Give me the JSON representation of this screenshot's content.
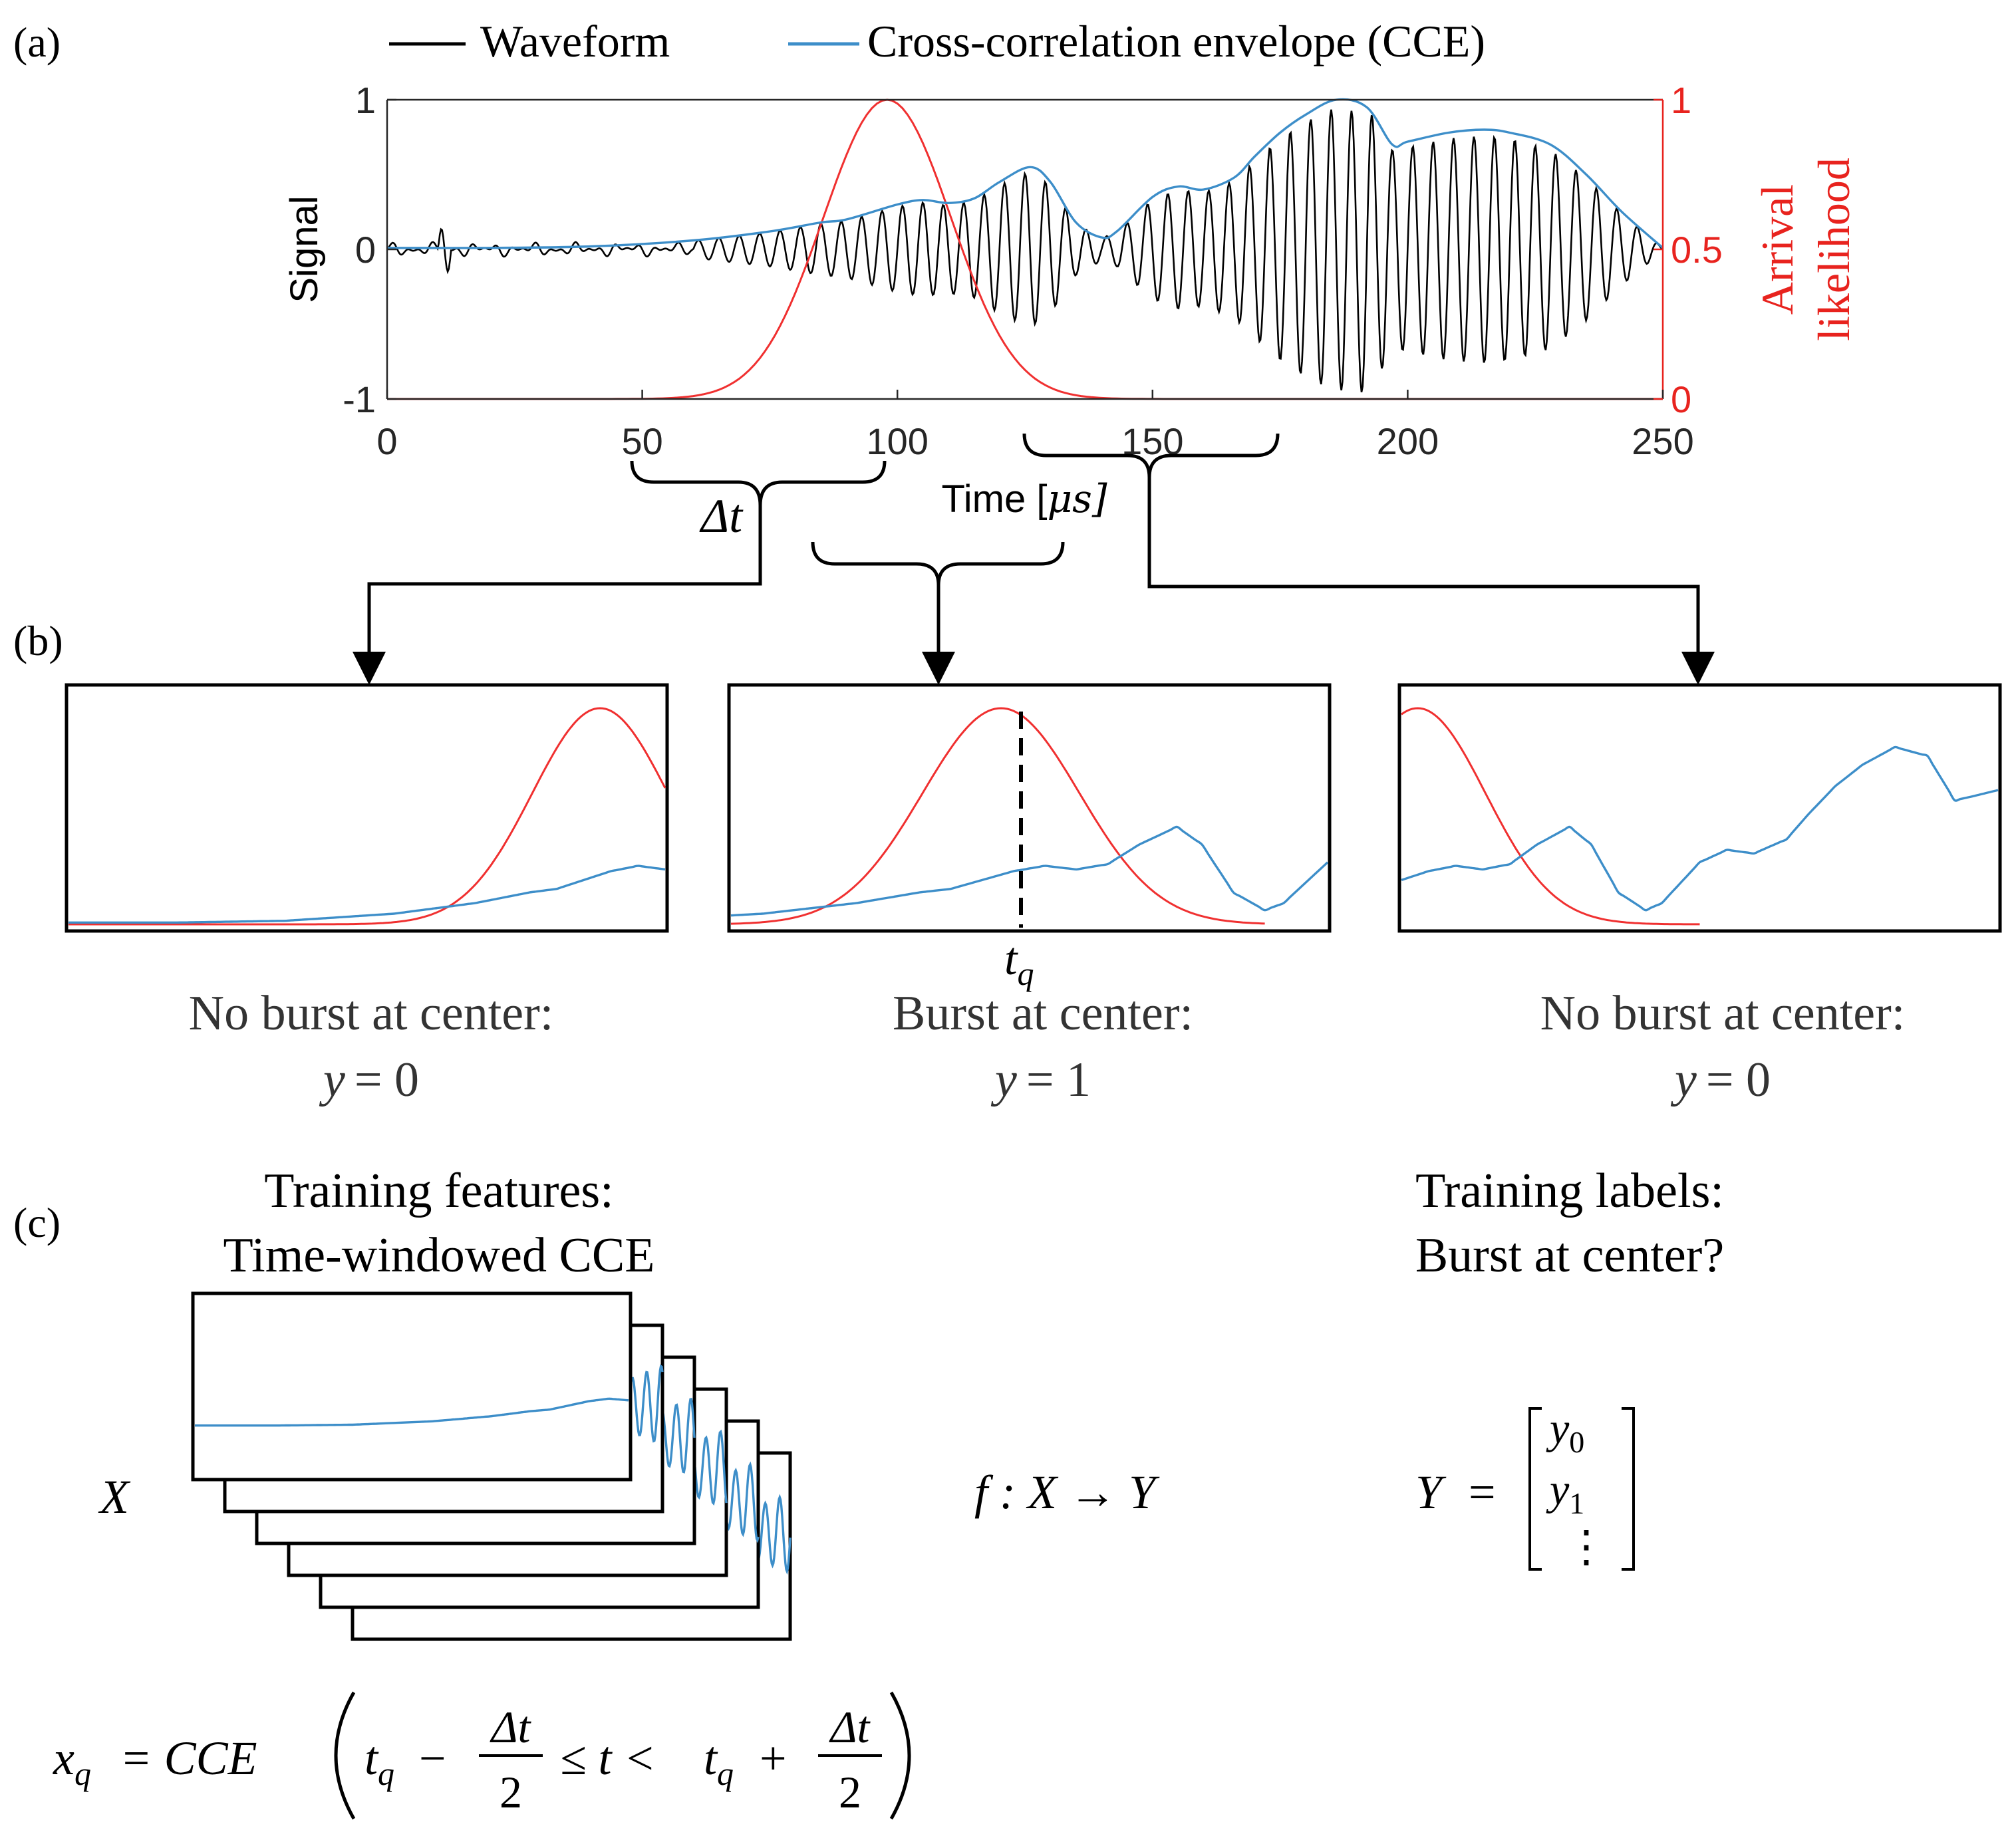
{
  "panel_labels": {
    "a": "(a)",
    "b": "(b)",
    "c": "(c)"
  },
  "legend": {
    "waveform": "Waveform",
    "cce": "Cross-correlation envelope (CCE)"
  },
  "colors": {
    "waveform": "#000000",
    "cce": "#3d8ec9",
    "likelihood": "#f03030",
    "right_axis": "#e8231e"
  },
  "chart_data": {
    "type": "line",
    "xlabel": "Time [",
    "xlabel_unit": "μs]",
    "ylabel": "Signal",
    "ylabel_right_line1": "Arrival",
    "ylabel_right_line2": "likelihood",
    "xlim": [
      0,
      250
    ],
    "ylim_left": [
      -1,
      1
    ],
    "ylim_right": [
      0,
      1
    ],
    "x_ticks": [
      "0",
      "50",
      "100",
      "150",
      "200",
      "250"
    ],
    "y_ticks_left": [
      "1",
      "0",
      "-1"
    ],
    "y_ticks_right": [
      "1",
      "0.5",
      "0"
    ],
    "series": [
      {
        "name": "Waveform",
        "axis": "left"
      },
      {
        "name": "Cross-correlation envelope (CCE)",
        "axis": "left",
        "x": [
          0,
          20,
          40,
          60,
          75,
          85,
          90,
          100,
          105,
          110,
          115,
          120,
          126,
          130,
          135,
          140,
          143,
          150,
          155,
          160,
          166,
          170,
          175,
          180,
          186,
          192,
          197,
          200,
          208,
          215,
          220,
          228,
          235,
          242,
          250
        ],
        "y": [
          0.01,
          0.01,
          0.02,
          0.06,
          0.12,
          0.18,
          0.2,
          0.3,
          0.33,
          0.31,
          0.34,
          0.45,
          0.55,
          0.45,
          0.18,
          0.08,
          0.12,
          0.35,
          0.42,
          0.4,
          0.48,
          0.62,
          0.78,
          0.9,
          1.0,
          0.95,
          0.7,
          0.72,
          0.78,
          0.8,
          0.78,
          0.7,
          0.5,
          0.25,
          0.01
        ]
      },
      {
        "name": "Arrival likelihood",
        "axis": "right",
        "mu": 98,
        "sigma": 12.5
      }
    ]
  },
  "braces": {
    "delta_t": "Δt"
  },
  "windows": [
    {
      "caption_line1": "No burst at center:",
      "label_var": "y",
      "label_value": "= 0"
    },
    {
      "caption_line1": "Burst at center:",
      "label_var": "y",
      "label_value": "= 1",
      "tq": "t",
      "tq_sub": "q"
    },
    {
      "caption_line1": "No burst at center:",
      "label_var": "y",
      "label_value": "= 0"
    }
  ],
  "panel_c": {
    "features_title_line1": "Training features:",
    "features_title_line2": "Time-windowed CCE",
    "labels_title_line1": "Training labels:",
    "labels_title_line2": "Burst at center?",
    "X": "X",
    "mapping": "f : X → Y",
    "Y": "Y",
    "Y_equals": "=",
    "y0": "y",
    "y0_sub": "0",
    "y1": "y",
    "y1_sub": "1",
    "vdots": "⋮",
    "formula": {
      "xq": "x",
      "xq_sub": "q",
      "eq": "= CCE",
      "tq": "t",
      "q": "q",
      "minus": "−",
      "le": "≤ t <",
      "plus": "+",
      "dt": "Δt",
      "two": "2"
    }
  }
}
